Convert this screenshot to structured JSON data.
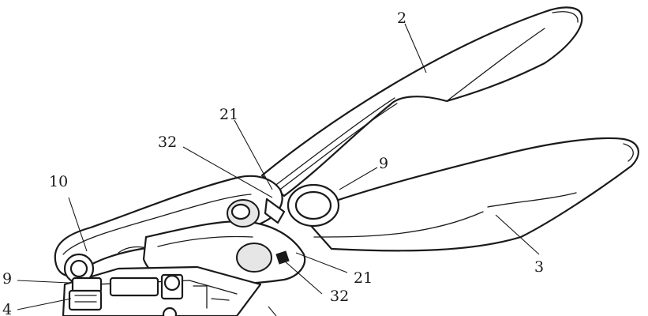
{
  "callouts": {
    "c2": "2",
    "c21_top": "21",
    "c32_top": "32",
    "c9_top": "9",
    "c10": "10",
    "c3": "3",
    "c21_bottom": "21",
    "c9_left": "9",
    "c32_bottom": "32",
    "c4": "4"
  }
}
